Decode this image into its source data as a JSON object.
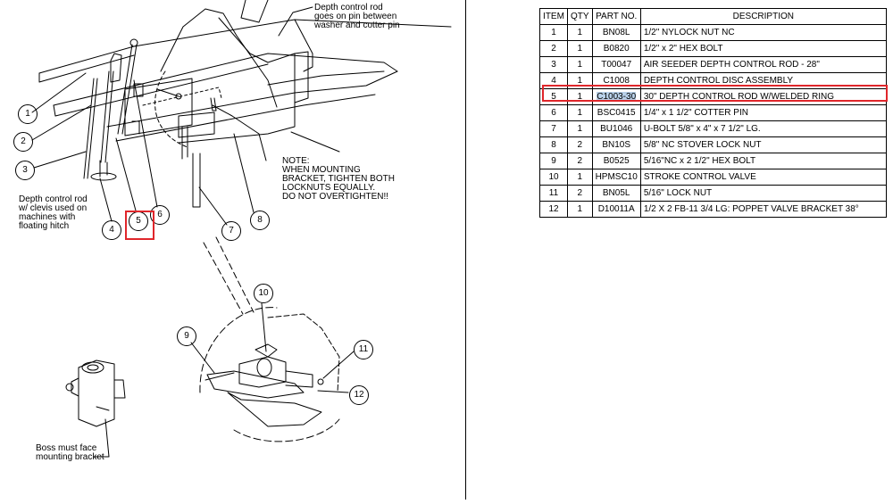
{
  "diagram": {
    "callouts": [
      {
        "label": "Depth control rod\ngoes on pin between\nwasher and cotter pin"
      },
      {
        "label": "NOTE:\nWHEN MOUNTING\nBRACKET, TIGHTEN BOTH\nLOCKNUTS EQUALLY.\nDO NOT OVERTIGHTEN!!"
      },
      {
        "label": "Depth control rod\nw/ clevis used on\nmachines with\nfloating hitch"
      },
      {
        "label": "Boss must face\nmounting bracket"
      }
    ],
    "item_bubbles": [
      "1",
      "2",
      "3",
      "4",
      "5",
      "6",
      "7",
      "8",
      "9",
      "10",
      "11",
      "12"
    ],
    "highlighted_bubble": "5"
  },
  "parts_table": {
    "headers": [
      "ITEM",
      "QTY",
      "PART NO.",
      "DESCRIPTION"
    ],
    "rows": [
      {
        "item": "1",
        "qty": "1",
        "part_no": "BN08L",
        "description": "1/2\" NYLOCK NUT NC"
      },
      {
        "item": "2",
        "qty": "1",
        "part_no": "B0820",
        "description": "1/2\" x 2\" HEX BOLT"
      },
      {
        "item": "3",
        "qty": "1",
        "part_no": "T00047",
        "description": "AIR SEEDER DEPTH CONTROL ROD - 28\""
      },
      {
        "item": "4",
        "qty": "1",
        "part_no": "C1008",
        "description": "DEPTH CONTROL DISC ASSEMBLY"
      },
      {
        "item": "5",
        "qty": "1",
        "part_no": "C1003-30",
        "description": "30\" DEPTH CONTROL ROD W/WELDED RING"
      },
      {
        "item": "6",
        "qty": "1",
        "part_no": "BSC0415",
        "description": "1/4\" x 1 1/2\" COTTER PIN"
      },
      {
        "item": "7",
        "qty": "1",
        "part_no": "BU1046",
        "description": "U-BOLT 5/8\" x 4\" x 7 1/2\" LG."
      },
      {
        "item": "8",
        "qty": "2",
        "part_no": "BN10S",
        "description": "5/8\" NC STOVER LOCK NUT"
      },
      {
        "item": "9",
        "qty": "2",
        "part_no": "B0525",
        "description": "5/16\"NC x 2 1/2\" HEX BOLT"
      },
      {
        "item": "10",
        "qty": "1",
        "part_no": "HPMSC10",
        "description": "STROKE CONTROL VALVE"
      },
      {
        "item": "11",
        "qty": "2",
        "part_no": "BN05L",
        "description": "5/16\" LOCK NUT"
      },
      {
        "item": "12",
        "qty": "1",
        "part_no": "D10011A",
        "description": "1/2 X 2 FB-11 3/4 LG: POPPET VALVE BRACKET 38°"
      }
    ],
    "highlighted_item": "5",
    "highlight_color": "#e0262b",
    "selection_color": "#b8d0e8"
  }
}
